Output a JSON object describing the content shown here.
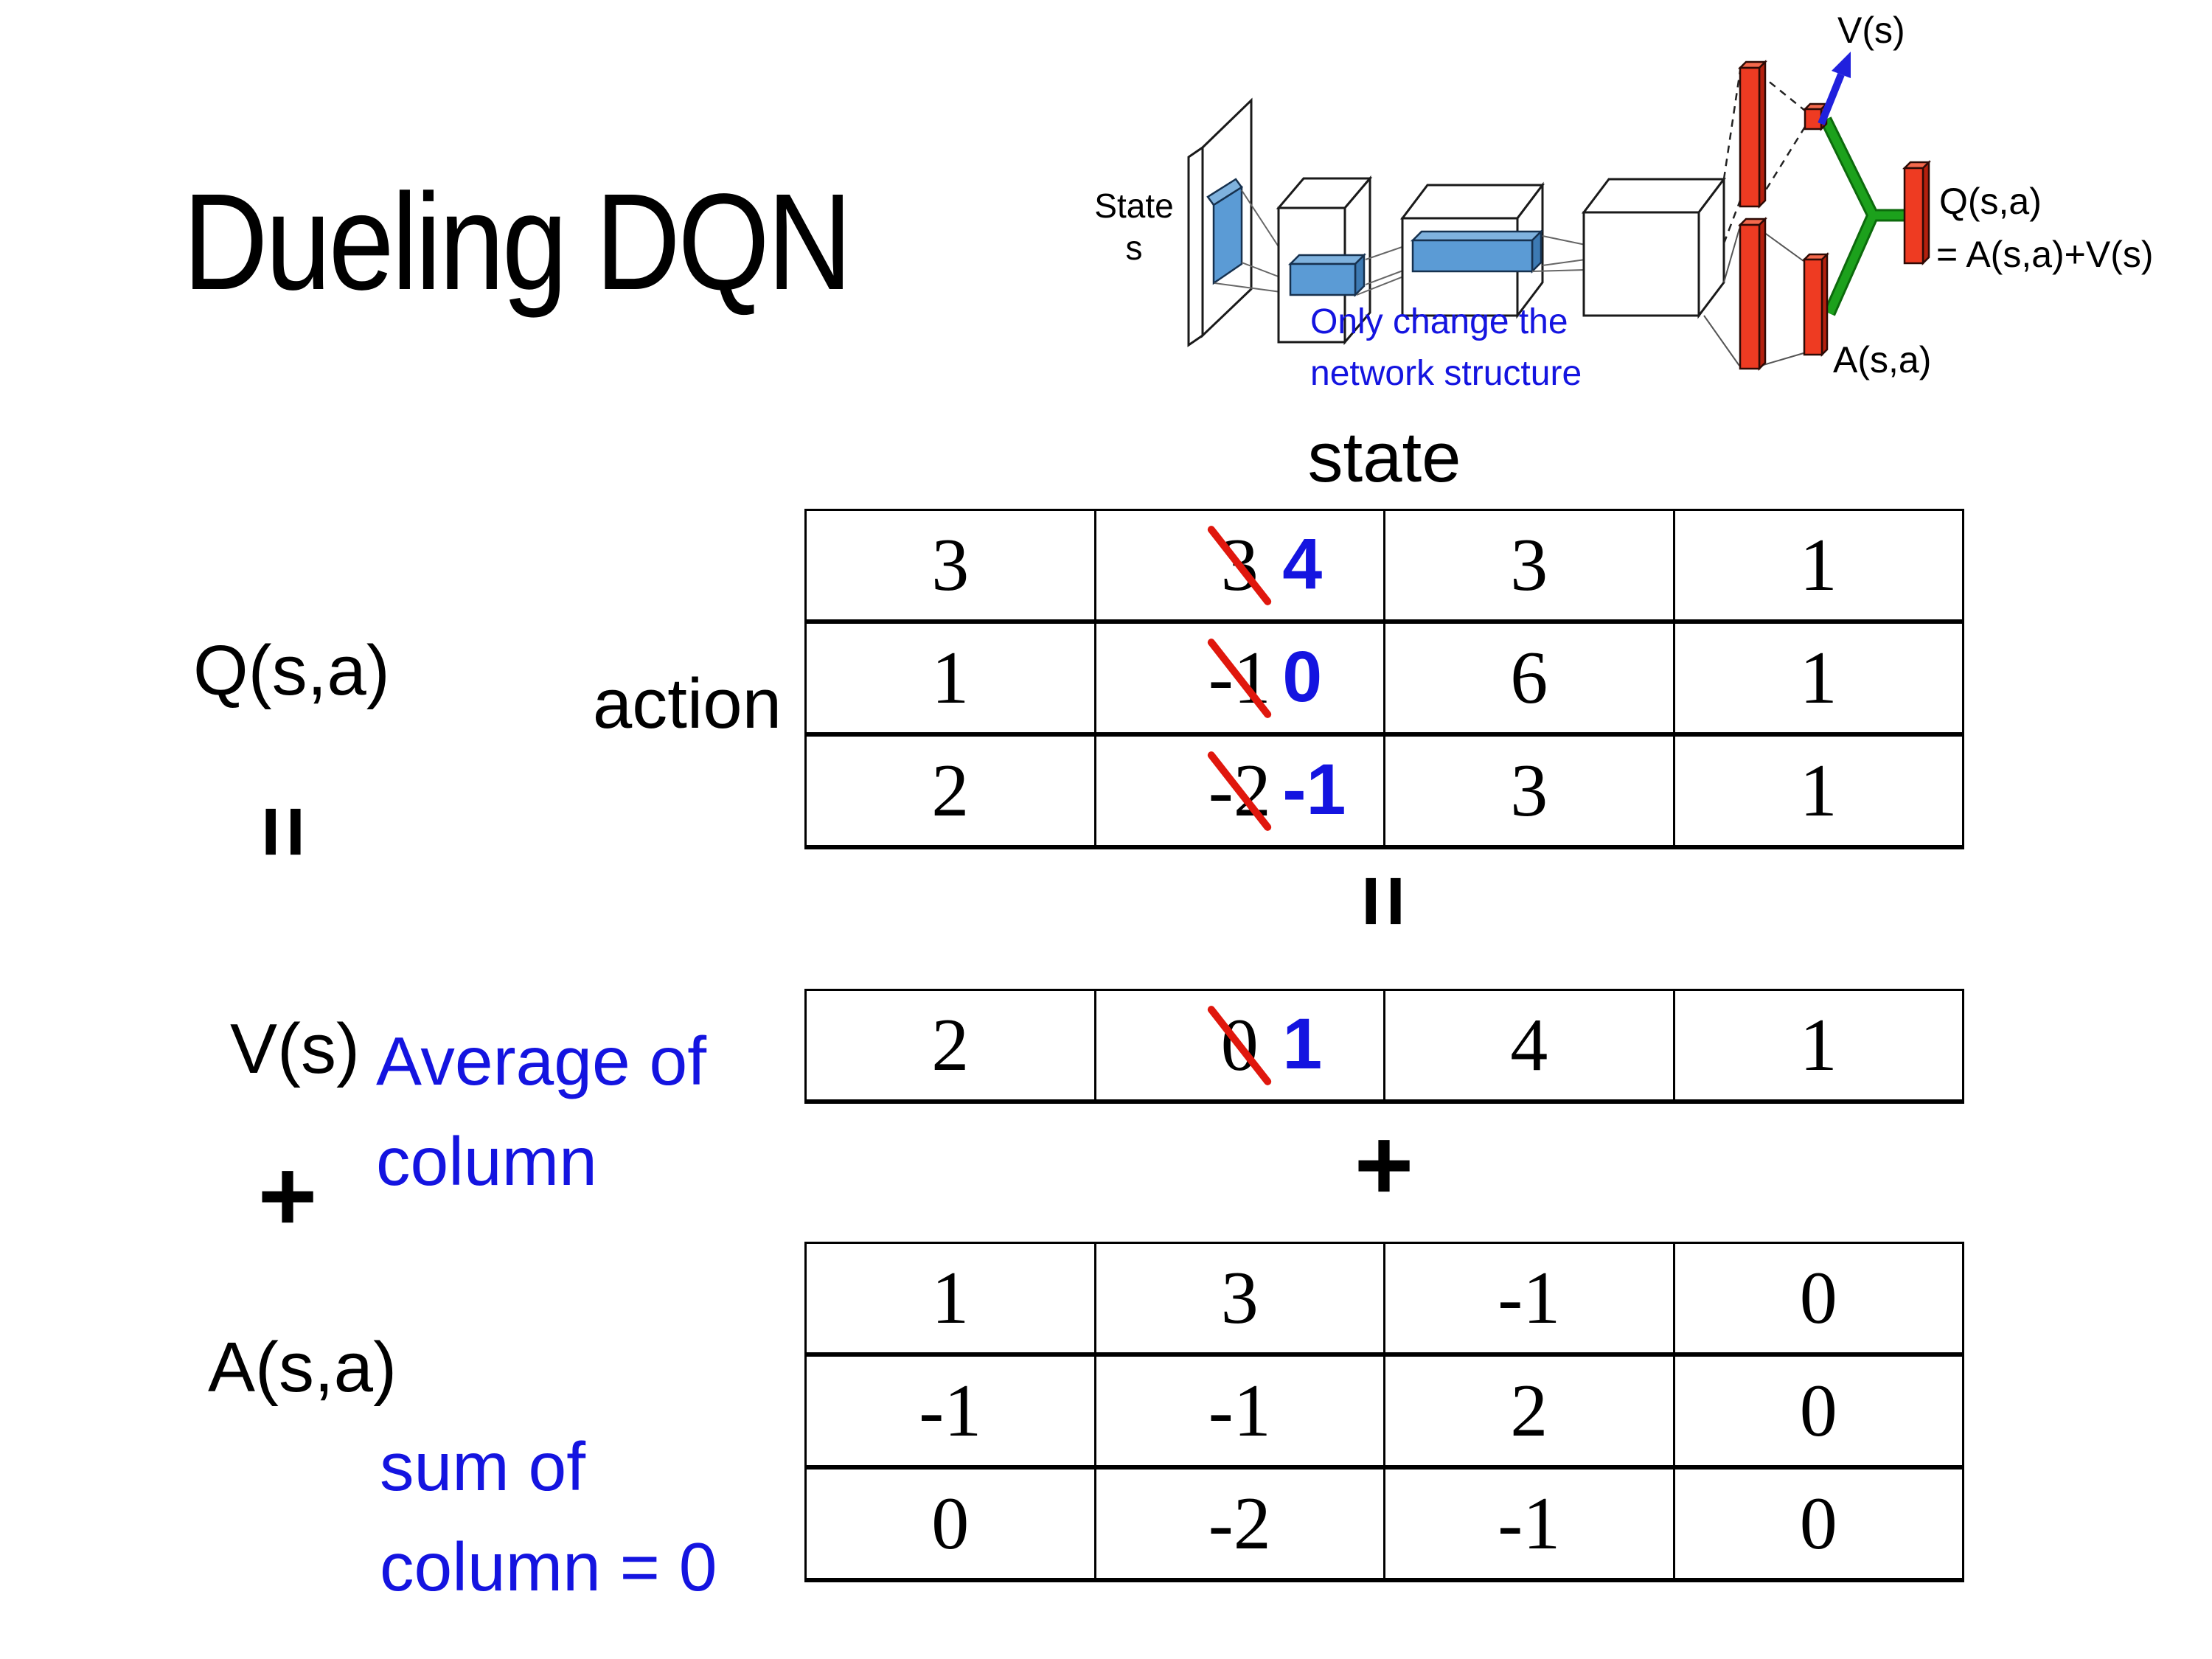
{
  "colors": {
    "accent_blue": "#1414e0",
    "strike_red": "#e0170d",
    "bar_red": "#ee3b22",
    "green": "#1ca11c",
    "box_blue": "#5b9bd5",
    "arrow_blue": "#2020dd"
  },
  "title": "Dueling DQN",
  "network_diagram": {
    "state_line1": "State",
    "state_line2": "s",
    "v_output_label": "V(s)",
    "q_output_label": "Q(s,a)",
    "q_output_formula": "= A(s,a)+V(s)",
    "a_output_label": "A(s,a)",
    "caption_line1": "Only change the",
    "caption_line2": "network structure"
  },
  "equation": {
    "q_label": "Q(s,a)",
    "action_label": "action",
    "state_label": "state",
    "equals": "=",
    "plus": "+",
    "v_label": "V(s)",
    "a_label": "A(s,a)",
    "avg_note_line1": "Average of",
    "avg_note_line2": "column",
    "sum_note_line1": "sum of",
    "sum_note_line2": "column = 0",
    "q_table": {
      "rows": [
        [
          {
            "v": "3"
          },
          {
            "v": "3",
            "strike": true,
            "new": "4"
          },
          {
            "v": "3"
          },
          {
            "v": "1"
          }
        ],
        [
          {
            "v": "1"
          },
          {
            "v": "-1",
            "strike": true,
            "new": "0"
          },
          {
            "v": "6"
          },
          {
            "v": "1"
          }
        ],
        [
          {
            "v": "2"
          },
          {
            "v": "-2",
            "strike": true,
            "new": "-1"
          },
          {
            "v": "3"
          },
          {
            "v": "1"
          }
        ]
      ]
    },
    "v_table": {
      "rows": [
        [
          {
            "v": "2"
          },
          {
            "v": "0",
            "strike": true,
            "new": "1"
          },
          {
            "v": "4"
          },
          {
            "v": "1"
          }
        ]
      ]
    },
    "a_table": {
      "rows": [
        [
          {
            "v": "1"
          },
          {
            "v": "3"
          },
          {
            "v": "-1"
          },
          {
            "v": "0"
          }
        ],
        [
          {
            "v": "-1"
          },
          {
            "v": "-1"
          },
          {
            "v": "2"
          },
          {
            "v": "0"
          }
        ],
        [
          {
            "v": "0"
          },
          {
            "v": "-2"
          },
          {
            "v": "-1"
          },
          {
            "v": "0"
          }
        ]
      ]
    }
  }
}
